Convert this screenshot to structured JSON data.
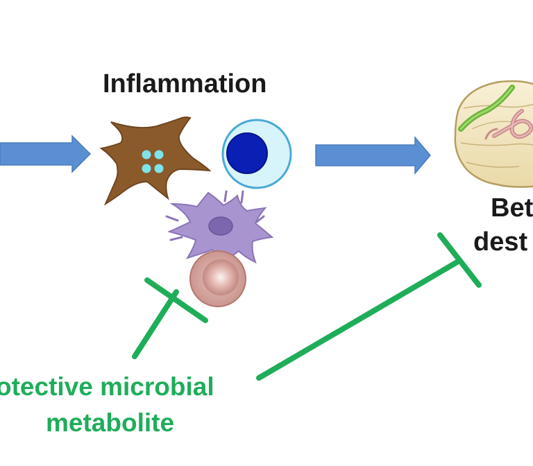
{
  "labels": {
    "inflammation": "Inflammation",
    "beta_line1": "Bet",
    "beta_line2": "dest",
    "metabolite_line1": "otective microbial",
    "metabolite_line2": "metabolite"
  },
  "colors": {
    "arrow_blue": "#5b8fd3",
    "inhibit_green": "#1fad5a",
    "fibroblast_brown": "#8b5a2b",
    "nucleus_cyan": "#7ee3ea",
    "lymphocyte_blue": "#0a1fb4",
    "dendritic_purple": "#9b85c6",
    "plasma_pink": "#d9a39c",
    "islet_cream": "#f3e8c4"
  },
  "icons": [
    "blue-arrow-left",
    "fibroblast-cell",
    "lymphocyte-cell",
    "dendritic-cell",
    "plasma-cell",
    "blue-arrow-middle",
    "islet-tissue",
    "inhibition-line-inflammation",
    "inhibition-line-beta"
  ]
}
